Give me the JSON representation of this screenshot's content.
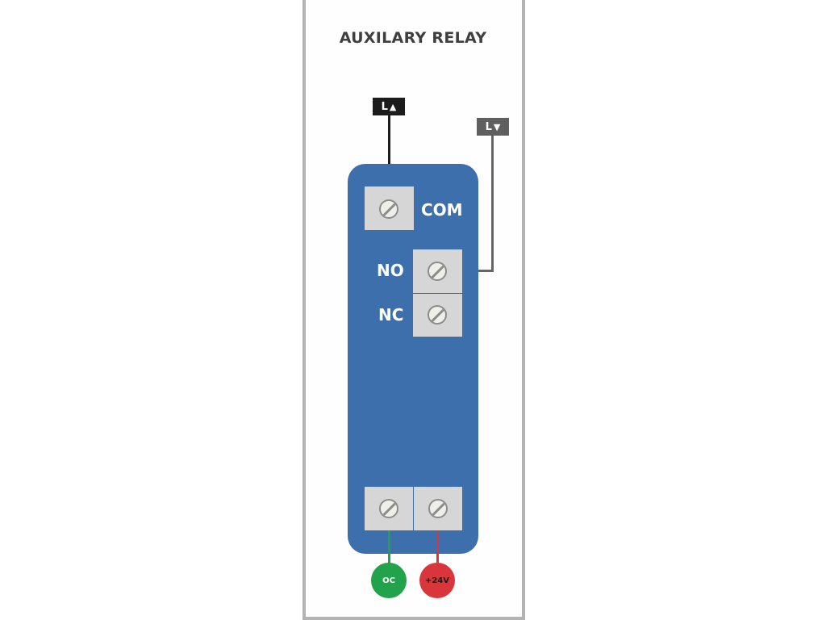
{
  "title": "AUXILARY RELAY",
  "tags": {
    "line_up": {
      "letter": "L",
      "arrow": "▲",
      "color": "#1c1c1c"
    },
    "line_down": {
      "letter": "L",
      "arrow": "▼",
      "color": "#5f5f5f"
    }
  },
  "terminals": {
    "com": "COM",
    "no": "NO",
    "nc": "NC"
  },
  "bottom": {
    "oc": {
      "label": "OC",
      "color": "#22a24b"
    },
    "v24": {
      "label": "+24V",
      "color": "#d8363a"
    }
  },
  "colors": {
    "module": "#3d6fac",
    "frame": "#b3b3b3",
    "terminal": "#d6d6d6"
  }
}
